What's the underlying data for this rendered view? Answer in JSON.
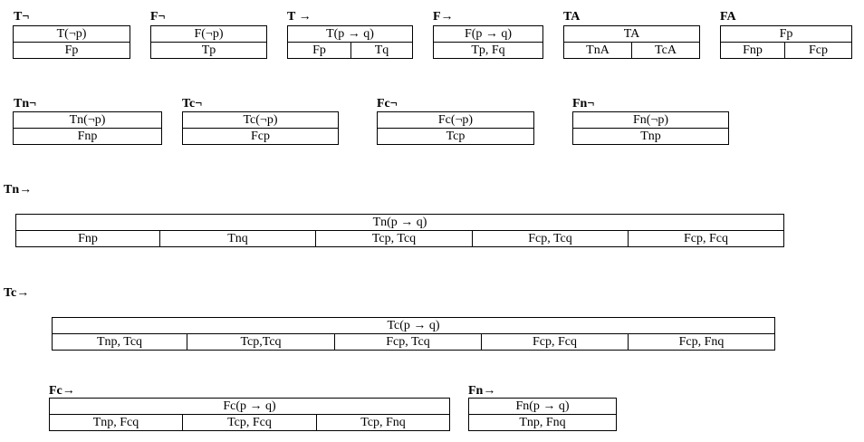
{
  "rules": [
    {
      "label": "T¬",
      "premise": "T(¬p)",
      "branches": [
        "Fp"
      ]
    },
    {
      "label": "F¬",
      "premise": "F(¬p)",
      "branches": [
        "Tp"
      ]
    },
    {
      "label": "T →",
      "premise": "T(p → q)",
      "branches": [
        "Fp",
        "Tq"
      ]
    },
    {
      "label": "F→",
      "premise": "F(p → q)",
      "branches": [
        "Tp, Fq"
      ]
    },
    {
      "label": "TA",
      "premise": "TA",
      "branches": [
        "TnA",
        "TcA"
      ]
    },
    {
      "label": "FA",
      "premise": "Fp",
      "branches": [
        "Fnp",
        "Fcp"
      ]
    },
    {
      "label": "Tn¬",
      "premise": "Tn(¬p)",
      "branches": [
        "Fnp"
      ]
    },
    {
      "label": "Tc¬",
      "premise": "Tc(¬p)",
      "branches": [
        "Fcp"
      ]
    },
    {
      "label": "Fc¬",
      "premise": "Fc(¬p)",
      "branches": [
        "Tcp"
      ]
    },
    {
      "label": "Fn¬",
      "premise": "Fn(¬p)",
      "branches": [
        "Tnp"
      ]
    },
    {
      "label": "Tn→",
      "premise": "Tn(p → q)",
      "branches": [
        "Fnp",
        "Tnq",
        "Tcp, Tcq",
        "Fcp, Tcq",
        "Fcp, Fcq"
      ]
    },
    {
      "label": "Tc→",
      "premise": "Tc(p → q)",
      "branches": [
        "Tnp, Tcq",
        "Tcp,Tcq",
        "Fcp, Tcq",
        "Fcp, Fcq",
        "Fcp, Fnq"
      ]
    },
    {
      "label": "Fc→",
      "premise": "Fc(p → q)",
      "branches": [
        "Tnp, Fcq",
        "Tcp, Fcq",
        "Tcp, Fnq"
      ]
    },
    {
      "label": "Fn→",
      "premise": "Fn(p → q)",
      "branches": [
        "Tnp, Fnq"
      ]
    }
  ]
}
